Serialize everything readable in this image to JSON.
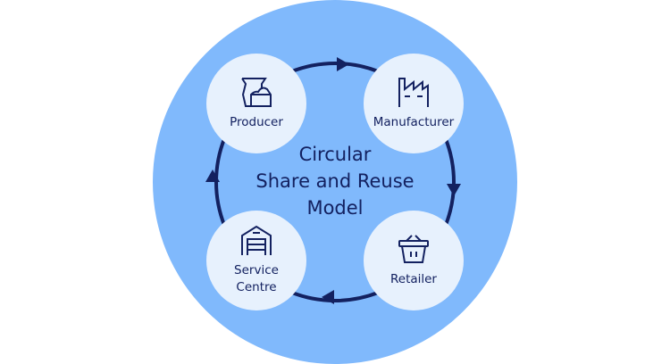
{
  "title_lines": [
    "Circular",
    "Share and Reuse",
    "Model"
  ],
  "nodes": [
    {
      "label": "Producer",
      "icon": "sack-icon"
    },
    {
      "label": "Manufacturer",
      "icon": "factory-icon"
    },
    {
      "label": "Retailer",
      "icon": "basket-icon"
    },
    {
      "label": "Service",
      "label2": "Centre",
      "icon": "garage-icon"
    }
  ],
  "colors": {
    "outer": "#80b9fc",
    "node": "#e7f1fd",
    "ink": "#132160"
  }
}
